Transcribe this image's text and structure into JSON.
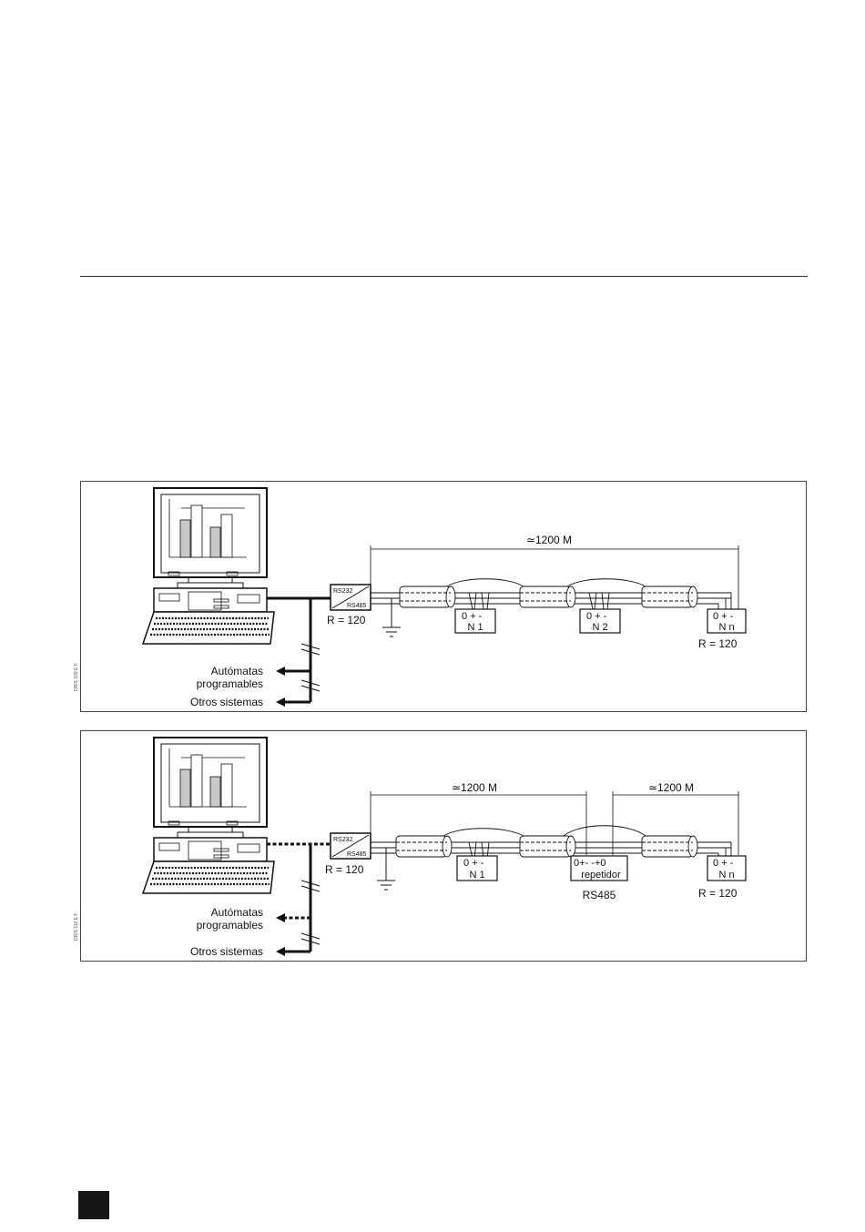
{
  "diagram1": {
    "figure_code": "DRIS 109 E F",
    "distance": "≃1200 M",
    "converter_top": "RS232",
    "converter_bottom": "RS485",
    "r_left": "R = 120",
    "r_right": "R = 120",
    "nodes": [
      {
        "terminals": "0  +  -",
        "label": "N 1"
      },
      {
        "terminals": "0  +  -",
        "label": "N 2"
      },
      {
        "terminals": "0  +  -",
        "label": "N n"
      }
    ],
    "out1_line1": "Autómatas",
    "out1_line2": "programables",
    "out2": "Otros sistemas"
  },
  "diagram2": {
    "figure_code": "DRIS 110 E F",
    "distance_left": "≃1200 M",
    "distance_right": "≃1200 M",
    "converter_top": "RS232",
    "converter_bottom": "RS485",
    "r_left": "R = 120",
    "r_right": "R = 120",
    "node1": {
      "terminals": "0  +  -",
      "label": "N 1"
    },
    "repeater": {
      "terminals": "0+-     -+0",
      "label": "repetidor",
      "caption": "RS485"
    },
    "node_n": {
      "terminals": "0  +  -",
      "label": "N n"
    },
    "out1_line1": "Autómatas",
    "out1_line2": "programables",
    "out2": "Otros sistemas"
  }
}
